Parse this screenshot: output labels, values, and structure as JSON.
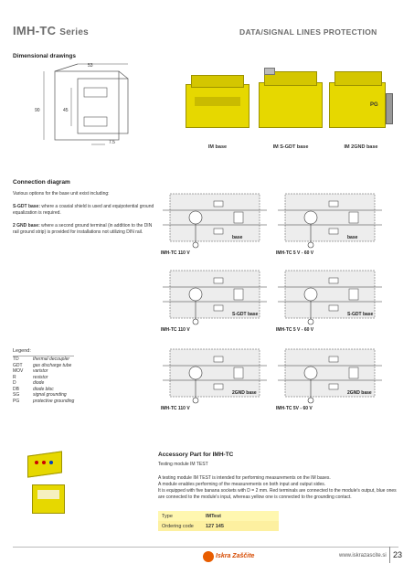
{
  "header": {
    "title_main": "IMH-TC",
    "title_series": "Series",
    "right_title": "DATA/SIGNAL LINES PROTECTION"
  },
  "dimensional": {
    "heading": "Dimensional drawings",
    "dim_top": "53",
    "dim_left": "90",
    "dim_mid": "45",
    "dim_bottom": "7.5",
    "pg_label": "PG",
    "captions": [
      "IM base",
      "IM S-GDT base",
      "IM 2GND base"
    ]
  },
  "connection": {
    "heading": "Connection diagram",
    "intro": "Various options for the base unit exist including:",
    "sgdt_label": "S-GDT base:",
    "sgdt_text": "where a coaxial shield is used and equipotential ground equalization is required.",
    "gnd_label": "2 GND base:",
    "gnd_text": "where a second ground terminal (in addition to the DIN rail ground strip) is provided for installations not utilizing DIN rail."
  },
  "diagrams": [
    {
      "title": "IMH-TC 110 V",
      "base": "base"
    },
    {
      "title": "IMH-TC 5 V - 60 V",
      "base": "base"
    },
    {
      "title": "IMH-TC 110 V",
      "base": "S-GDT base"
    },
    {
      "title": "IMH-TC 5 V - 60 V",
      "base": "S-GDT base"
    },
    {
      "title": "IMH-TC 110 V",
      "base": "2GND base"
    },
    {
      "title": "IMH-TC 5V - 60 V",
      "base": "2GND base"
    }
  ],
  "legend": {
    "heading": "Legend:",
    "items": [
      {
        "code": "TD",
        "desc": "thermal decoupler"
      },
      {
        "code": "GDT",
        "desc": "gas discharge tube"
      },
      {
        "code": "MOV",
        "desc": "varistor"
      },
      {
        "code": "R",
        "desc": "resistor"
      },
      {
        "code": "D",
        "desc": "diode"
      },
      {
        "code": "DB",
        "desc": "diode bloc"
      },
      {
        "code": "SG",
        "desc": "signal grounding"
      },
      {
        "code": "PG",
        "desc": "protective grounding"
      }
    ]
  },
  "accessory": {
    "heading": "Accessory Part for IMH-TC",
    "subheading": "Testing module IM TEST",
    "para1": "A testing module IM TEST is intended for performing measurements on the IM bases.",
    "para2": "A module enables performing of the measurements on both input and output sides.",
    "para3": "It is equipped with five banana sockets with D = 2 mm. Red terminals are connected to the module's output, blue ones are connected to the module's input, whereas yellow one is connected to the grounding contact.",
    "table": [
      {
        "label": "Type",
        "value": "IMTest"
      },
      {
        "label": "Ordering code",
        "value": "127 145"
      }
    ]
  },
  "footer": {
    "logo": "Iskra Zaščite",
    "url": "www.iskrazascite.si",
    "page": "23"
  }
}
